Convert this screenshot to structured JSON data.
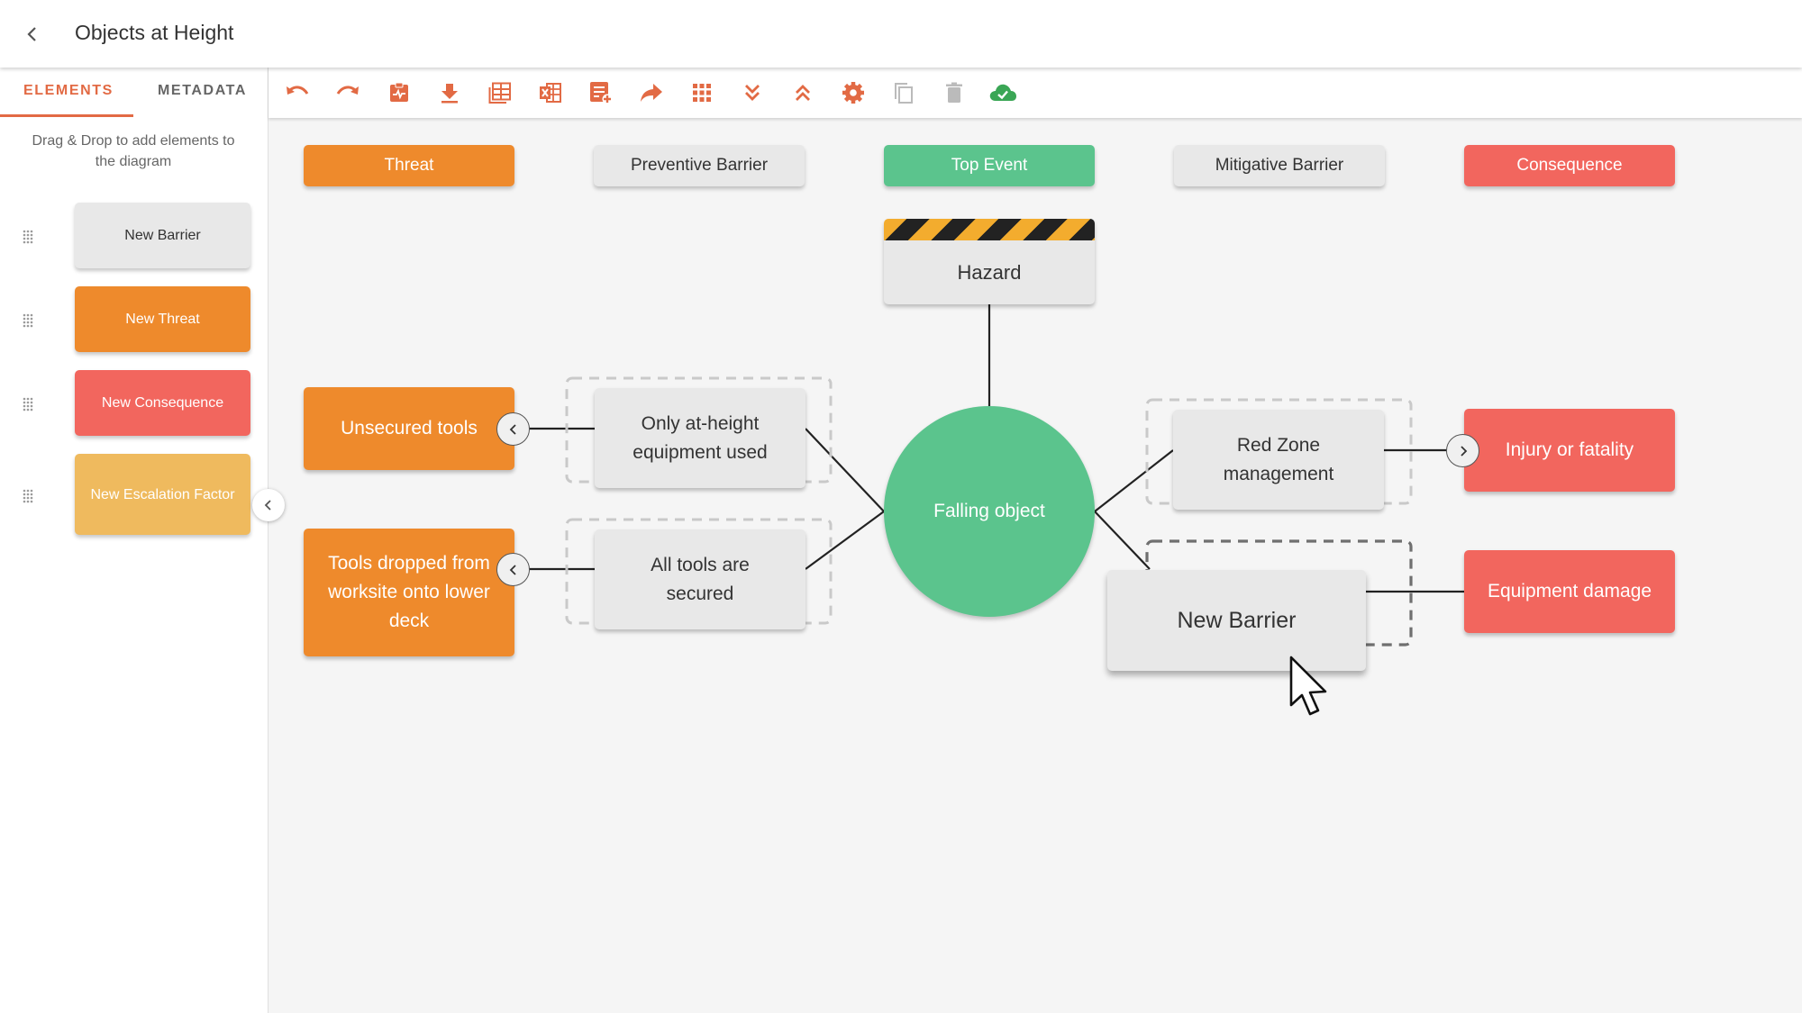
{
  "header": {
    "title": "Objects at Height"
  },
  "sidebar": {
    "tabs": [
      "ELEMENTS",
      "METADATA"
    ],
    "hint": "Drag & Drop to add elements to the diagram",
    "palette": {
      "barrier": "New Barrier",
      "threat": "New Threat",
      "consequence": "New Consequence",
      "escalation": "New Escalation Factor"
    }
  },
  "toolbar": {
    "tools": [
      "undo-icon",
      "redo-icon",
      "report-icon",
      "download-icon",
      "table-view-icon",
      "excel-export-icon",
      "add-list-icon",
      "share-icon",
      "grid-icon",
      "expand-all-icon",
      "collapse-all-icon",
      "settings-icon",
      "copy-icon",
      "delete-icon",
      "cloud-saved-icon"
    ]
  },
  "diagram": {
    "columns": {
      "threat": "Threat",
      "preventive": "Preventive Barrier",
      "top_event": "Top Event",
      "mitigative": "Mitigative Barrier",
      "consequence": "Consequence"
    },
    "hazard": "Hazard",
    "top_event": "Falling object",
    "threats": [
      "Unsecured tools",
      "Tools dropped from worksite onto lower deck"
    ],
    "preventive_barriers": [
      "Only at-height equipment used",
      "All tools are secured"
    ],
    "mitigative_barriers": [
      "Red Zone management"
    ],
    "dragging_barrier": "New Barrier",
    "consequences": [
      "Injury or fatality",
      "Equipment damage"
    ]
  },
  "colors": {
    "accent": "#e26a44",
    "threat": "#ee8a2c",
    "consequence": "#f2665e",
    "top_event": "#5bc48d",
    "escalation": "#efba5e",
    "barrier": "#e8e8e8",
    "cloud_saved": "#3aa655"
  }
}
